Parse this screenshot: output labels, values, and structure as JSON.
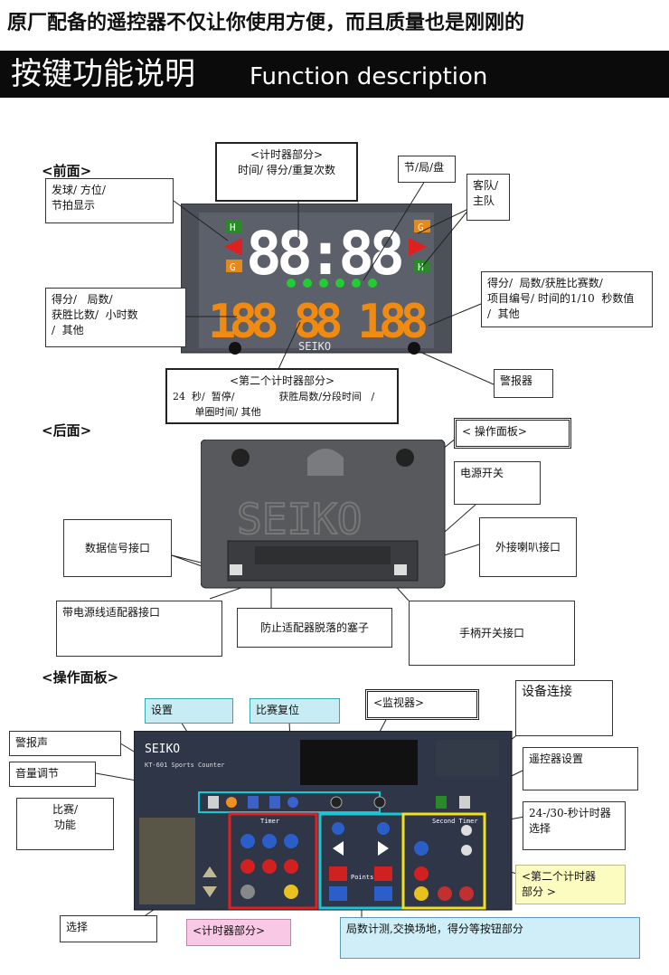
{
  "banner": "原厂配备的遥控器不仅让你使用方便，而且质量也是刚刚的",
  "header": {
    "title_cn": "按键功能说明",
    "title_en": "Function description"
  },
  "front": {
    "heading": "<前面>",
    "timer_box": {
      "title": "<计时器部分>",
      "text": "时间/ 得分/重复次数"
    },
    "jie_box": "节/局/盘",
    "guest_home": "客队/\n主队",
    "serve_box": "发球/ 方位/\n节拍显示",
    "left_score_box": "得分/   局数/\n获胜比数/  小时数\n/  其他",
    "right_score_box": "得分/  局数/获胜比赛数/\n项目编号/ 时间的1/10  秒数值\n/  其他",
    "second_timer_box": {
      "title": "<第二个计时器部分>",
      "text": "24  秒/  暂停/              获胜局数/分段时间   /\n       单圈时间/ 其他"
    },
    "alarm_box": "警报器",
    "display": {
      "digits_top": "88:88",
      "digits_bottom": "188 88 188",
      "brand": "SEIKO",
      "h_label": "H",
      "g_label": "G"
    }
  },
  "back": {
    "heading": "<后面>",
    "panel_box": "<    操作面板>",
    "power_box": "电源开关",
    "data_box": "数据信号接口",
    "speaker_box": "外接喇叭接口",
    "adapter_box": "带电源线适配器接口",
    "plug_box": "防止适配器脱落的塞子",
    "handle_box": "手柄开关接口",
    "brand": "SEIKO"
  },
  "panel": {
    "heading": "<操作面板>",
    "settings_box": "设置",
    "reset_box": "比赛复位",
    "monitor_box": "<监视器>",
    "device_box": "设备连接",
    "alarm_sound_box": "警报声",
    "volume_box": "音量调节",
    "remote_box": "遥控器设置",
    "sport_box": "比赛/\n功能",
    "timer24_box": "24-/30-秒计时器\n选择",
    "second_timer_box": "<第二个计时器\n部分 >",
    "select_box": "选择",
    "timer_part_box": "<计时器部分>",
    "score_box": "局数计测,交换场地，得分等按钮部分",
    "console": {
      "brand": "SEIKO",
      "model": "KT-601 Sports Counter",
      "timer_label": "Timer",
      "second_timer_label": "Second Timer",
      "points_label": "Points"
    }
  }
}
